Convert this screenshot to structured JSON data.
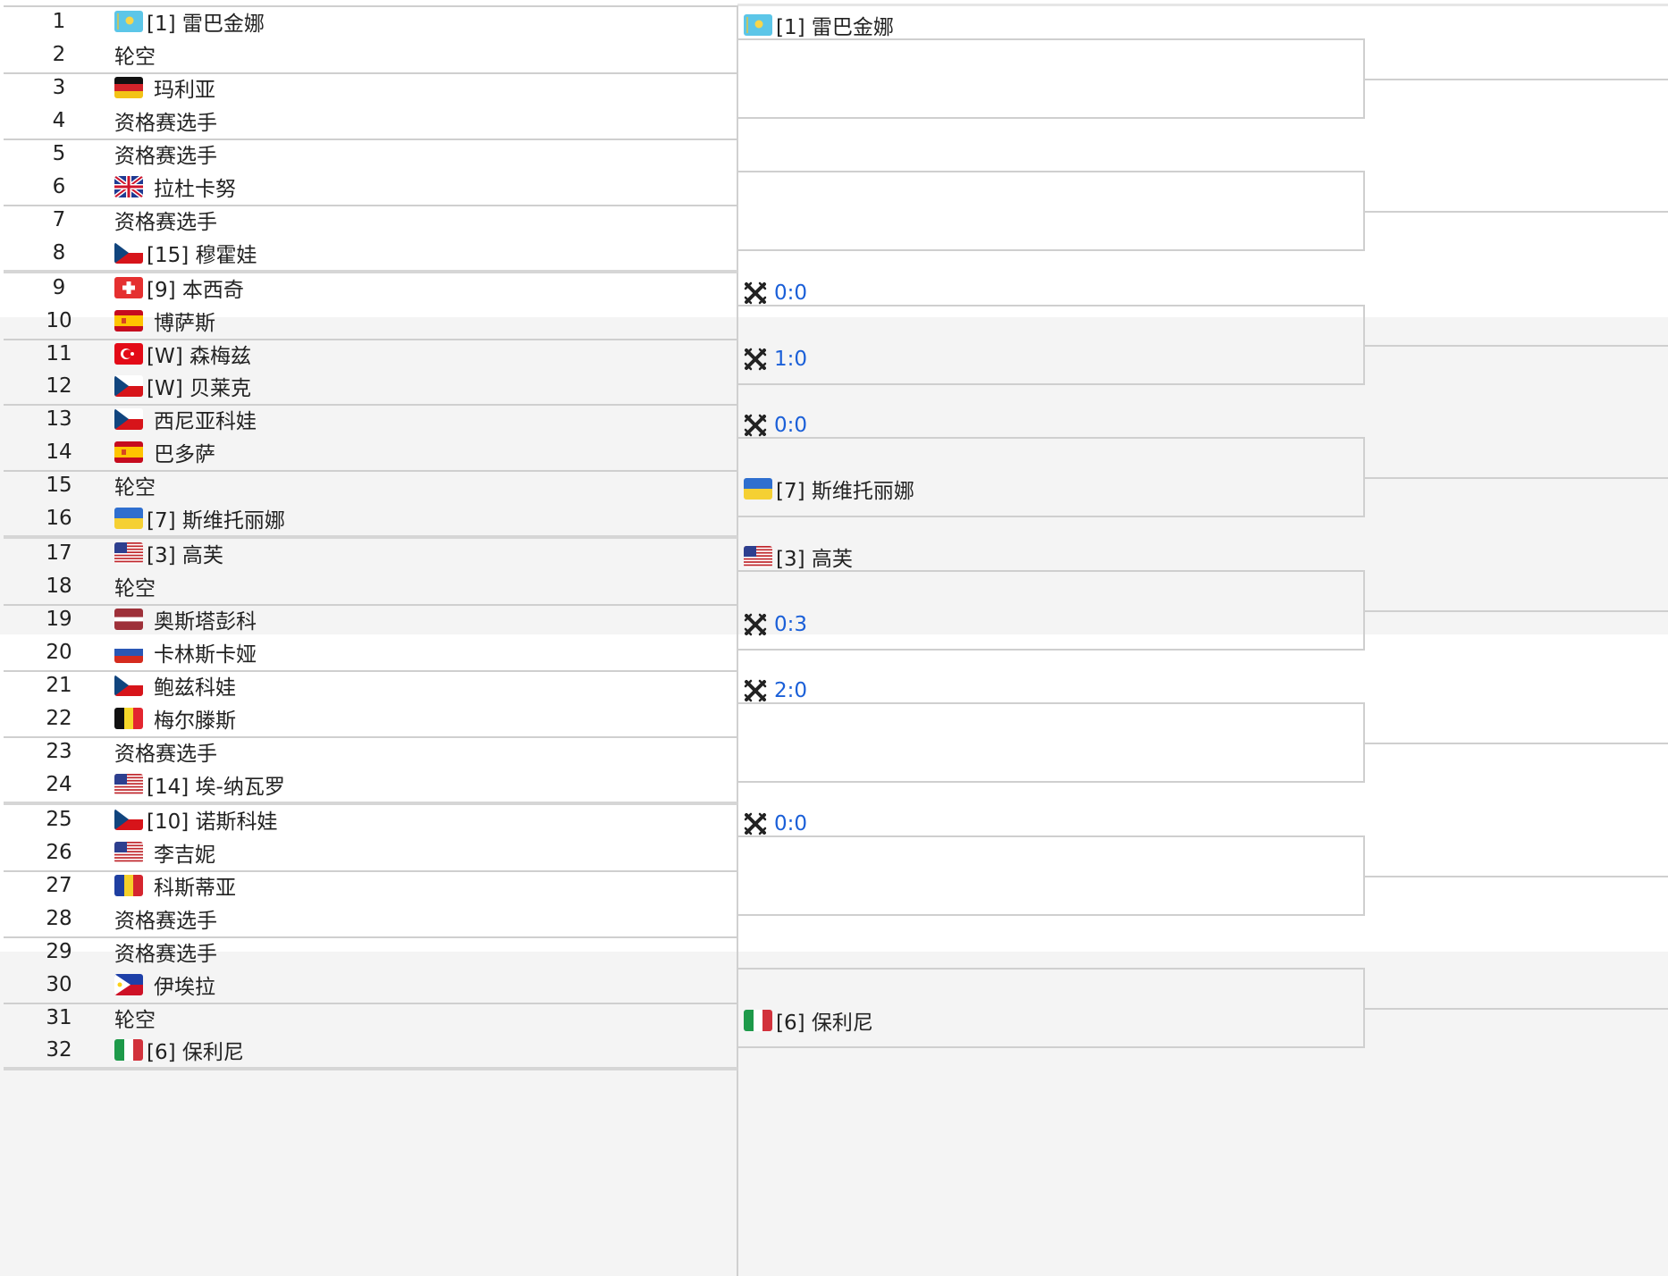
{
  "draw": {
    "entries": [
      {
        "num": "1",
        "name": "[1] 雷巴金娜",
        "flag": "kazakhstan-flag"
      },
      {
        "num": "2",
        "name": "轮空",
        "flag": ""
      },
      {
        "num": "3",
        "name": "玛利亚",
        "flag": "germany-flag"
      },
      {
        "num": "4",
        "name": "资格赛选手",
        "flag": ""
      },
      {
        "num": "5",
        "name": "资格赛选手",
        "flag": ""
      },
      {
        "num": "6",
        "name": "拉杜卡努",
        "flag": "uk-flag"
      },
      {
        "num": "7",
        "name": "资格赛选手",
        "flag": ""
      },
      {
        "num": "8",
        "name": "[15] 穆霍娃",
        "flag": "czech-flag"
      },
      {
        "num": "9",
        "name": "[9] 本西奇",
        "flag": "switzerland-flag"
      },
      {
        "num": "10",
        "name": "博萨斯",
        "flag": "spain-flag"
      },
      {
        "num": "11",
        "name": "[W] 森梅兹",
        "flag": "turkey-flag"
      },
      {
        "num": "12",
        "name": "[W] 贝莱克",
        "flag": "czech-flag"
      },
      {
        "num": "13",
        "name": "西尼亚科娃",
        "flag": "czech-flag"
      },
      {
        "num": "14",
        "name": "巴多萨",
        "flag": "spain-flag"
      },
      {
        "num": "15",
        "name": "轮空",
        "flag": ""
      },
      {
        "num": "16",
        "name": "[7] 斯维托丽娜",
        "flag": "ukraine-flag"
      },
      {
        "num": "17",
        "name": "[3] 高芙",
        "flag": "usa-flag"
      },
      {
        "num": "18",
        "name": "轮空",
        "flag": ""
      },
      {
        "num": "19",
        "name": "奥斯塔彭科",
        "flag": "latvia-flag"
      },
      {
        "num": "20",
        "name": "卡林斯卡娅",
        "flag": "russia-flag"
      },
      {
        "num": "21",
        "name": "鲍兹科娃",
        "flag": "czech-flag"
      },
      {
        "num": "22",
        "name": "梅尔滕斯",
        "flag": "belgium-flag"
      },
      {
        "num": "23",
        "name": "资格赛选手",
        "flag": ""
      },
      {
        "num": "24",
        "name": "[14] 埃-纳瓦罗",
        "flag": "usa-flag"
      },
      {
        "num": "25",
        "name": "[10] 诺斯科娃",
        "flag": "czech-flag"
      },
      {
        "num": "26",
        "name": "李吉妮",
        "flag": "usa-flag"
      },
      {
        "num": "27",
        "name": "科斯蒂亚",
        "flag": "romania-flag"
      },
      {
        "num": "28",
        "name": "资格赛选手",
        "flag": ""
      },
      {
        "num": "29",
        "name": "资格赛选手",
        "flag": ""
      },
      {
        "num": "30",
        "name": "伊埃拉",
        "flag": "philippines-flag"
      },
      {
        "num": "31",
        "name": "轮空",
        "flag": ""
      },
      {
        "num": "32",
        "name": "[6] 保利尼",
        "flag": "italy-flag"
      }
    ]
  },
  "round2": {
    "slots": [
      {
        "type": "player",
        "name": "[1] 雷巴金娜",
        "flag": "kazakhstan-flag"
      },
      {
        "type": "score",
        "score": "0:0",
        "icon": "versus-icon"
      },
      {
        "type": "score",
        "score": "1:0",
        "icon": "versus-icon"
      },
      {
        "type": "score",
        "score": "0:0",
        "icon": "versus-icon"
      },
      {
        "type": "player",
        "name": "[7] 斯维托丽娜",
        "flag": "ukraine-flag"
      },
      {
        "type": "player",
        "name": "[3] 高芙",
        "flag": "usa-flag"
      },
      {
        "type": "score",
        "score": "0:3",
        "icon": "versus-icon"
      },
      {
        "type": "score",
        "score": "2:0",
        "icon": "versus-icon"
      },
      {
        "type": "score",
        "score": "0:0",
        "icon": "versus-icon"
      },
      {
        "type": "player",
        "name": "[6] 保利尼",
        "flag": "italy-flag"
      }
    ]
  },
  "colors": {
    "score": "#1a5fd8",
    "section_gray": "#f4f4f4",
    "line": "#cfcfcf"
  }
}
